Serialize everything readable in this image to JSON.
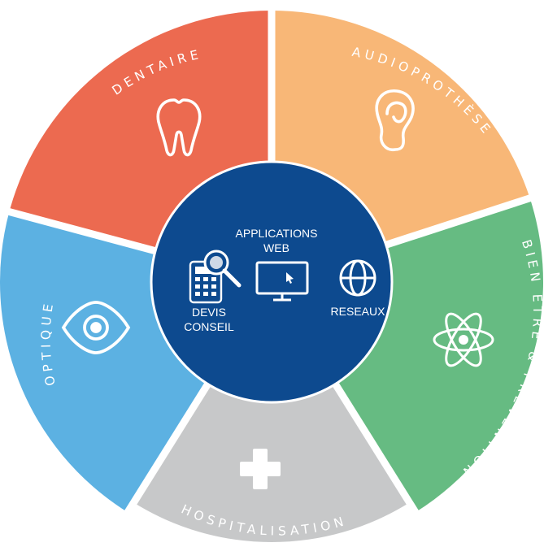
{
  "colors": {
    "dentaire": "#ec6a50",
    "audioprothese": "#f8b777",
    "bien_etre": "#66bb82",
    "hospitalisation": "#c7c8c9",
    "optique": "#5cb1e2",
    "hub": "#0d4a8f",
    "separator": "#ffffff"
  },
  "segments": {
    "dentaire": {
      "label": "DENTAIRE",
      "icon": "tooth-icon"
    },
    "audioprothese": {
      "label": "AUDIOPROTHÈSE",
      "icon": "ear-icon"
    },
    "bien_etre": {
      "label": "BIEN ÊTRE & PRÉVENTION",
      "icon": "atom-icon"
    },
    "hospitalisation": {
      "label": "HOSPITALISATION",
      "icon": "medical-cross-icon"
    },
    "optique": {
      "label": "OPTIQUE",
      "icon": "eye-icon"
    }
  },
  "hub": {
    "applications_line1": "APPLICATIONS",
    "applications_line2": "WEB",
    "devis_line1": "DEVIS",
    "devis_line2": "CONSEIL",
    "reseaux": "RESEAUX",
    "icons": [
      "calculator-magnifier-icon",
      "monitor-cursor-icon",
      "globe-icon"
    ]
  }
}
